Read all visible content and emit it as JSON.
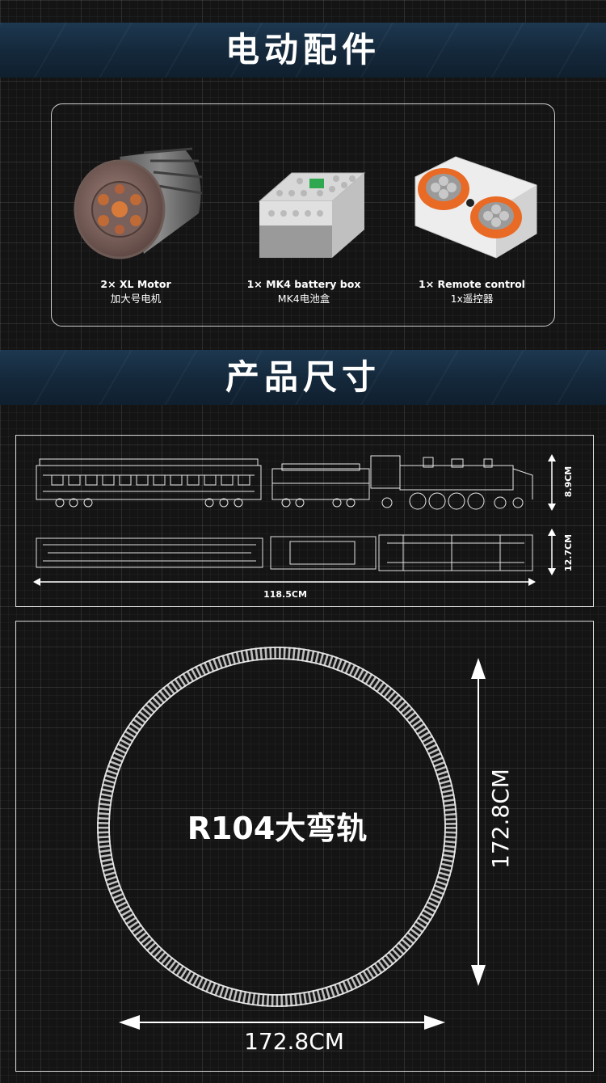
{
  "sections": {
    "accessories_title": "电动配件",
    "dimensions_title": "产品尺寸"
  },
  "accessories": [
    {
      "label": "2× XL Motor",
      "sublabel": "加大号电机",
      "icon": "xl-motor"
    },
    {
      "label": "1× MK4 battery box",
      "sublabel": "MK4电池盒",
      "icon": "battery-box"
    },
    {
      "label": "1× Remote control",
      "sublabel": "1x遥控器",
      "icon": "remote-control"
    }
  ],
  "dimensions": {
    "height": "8.9CM",
    "width": "12.7CM",
    "length": "118.5CM"
  },
  "track": {
    "name": "R104大弯轨",
    "width": "172.8CM",
    "height": "172.8CM"
  }
}
